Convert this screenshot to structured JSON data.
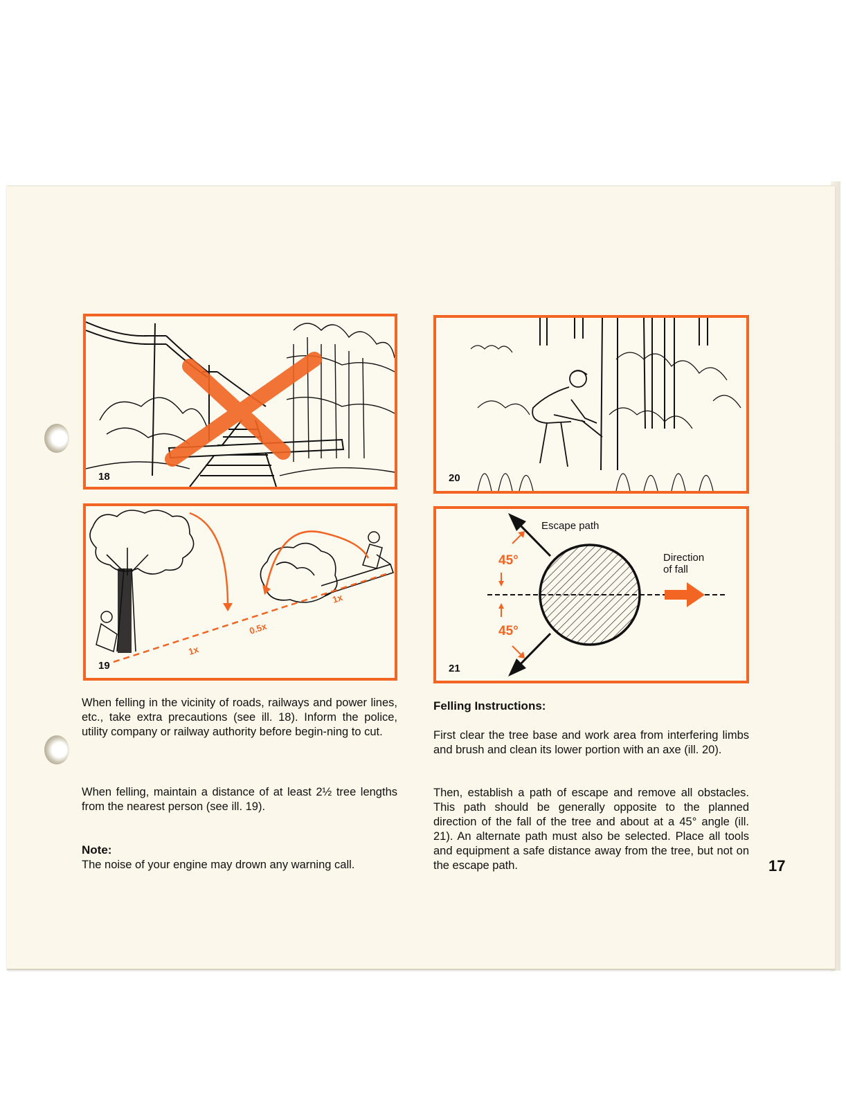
{
  "figures": {
    "fig18": {
      "number": "18"
    },
    "fig19": {
      "number": "19",
      "distance_labels": [
        "1x",
        "0.5x",
        "1x"
      ]
    },
    "fig20": {
      "number": "20"
    },
    "fig21": {
      "number": "21",
      "escape_label": "Escape path",
      "direction_label_line1": "Direction",
      "direction_label_line2": "of fall",
      "angle_top": "45°",
      "angle_bottom": "45°"
    }
  },
  "left_column": {
    "para1": "When felling in the vicinity of roads, railways and power lines, etc., take extra precautions (see ill. 18). Inform the police, utility company or railway authority before begin-ning to cut.",
    "para2": "When felling, maintain a distance of at least 2½ tree lengths from the nearest person (see ill. 19).",
    "note_heading": "Note:",
    "note_text": "The noise of your engine may drown any warning call."
  },
  "right_column": {
    "heading": "Felling Instructions:",
    "para1": "First clear the tree base and work area from interfering limbs and brush and clean its lower portion with an axe (ill. 20).",
    "para2": "Then, establish a path of escape and remove all obstacles. This path should be generally opposite to the planned direction of the fall of the tree and about at a 45° angle (ill. 21). An alternate path must also be selected. Place all tools and equipment a safe distance away from the tree, but not on the escape path."
  },
  "page_number": "17",
  "colors": {
    "accent": "#f26522",
    "paper": "#fbf7ea",
    "ink": "#111111"
  }
}
